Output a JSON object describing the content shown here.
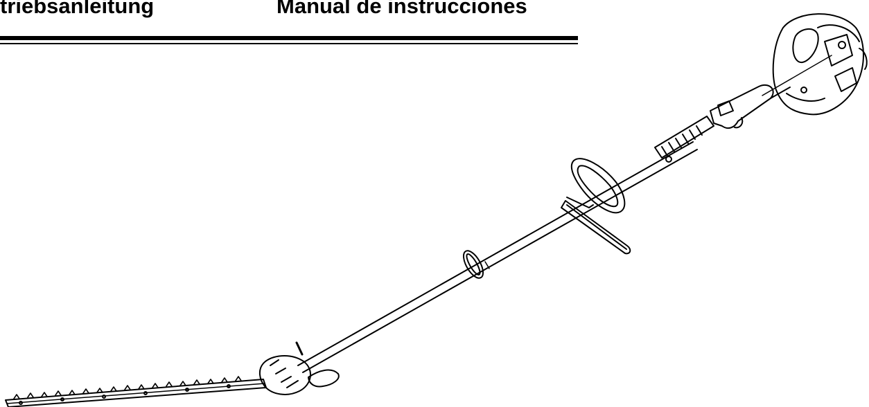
{
  "header": {
    "left_title": "triebsanleitung",
    "right_title": "Manual de instrucciones"
  },
  "illustration": {
    "icon": "pole-hedge-trimmer-illustration"
  }
}
